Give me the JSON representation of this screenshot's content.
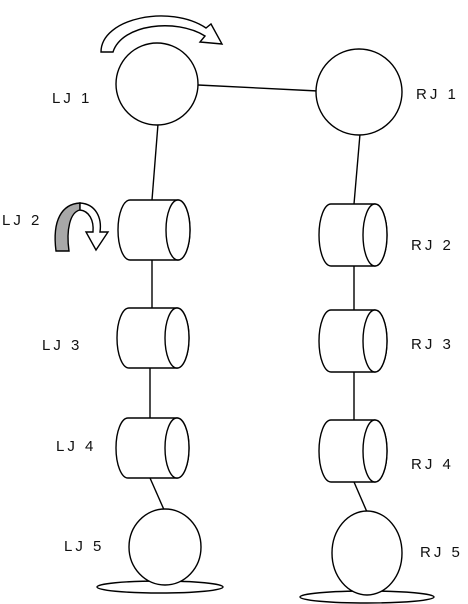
{
  "joints": {
    "left": [
      "LJ 1",
      "LJ 2",
      "LJ 3",
      "LJ 4",
      "LJ 5"
    ],
    "right": [
      "RJ 1",
      "RJ 2",
      "RJ 3",
      "RJ 4",
      "RJ 5"
    ]
  },
  "colors": {
    "line": "#000000",
    "joint_fill": "#ffffff",
    "rotation_arrow_fill": "#a8a8a8"
  },
  "icons": {
    "hip_rotation": "circular-rotation-arrow-icon",
    "lj2_rotation": "curved-rotation-arrow-icon"
  }
}
